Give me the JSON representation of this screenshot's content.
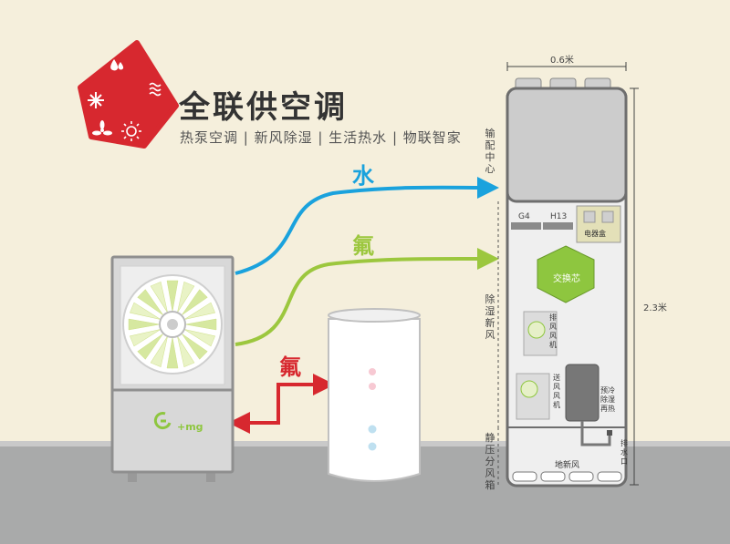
{
  "brand": {
    "title": "全联供空调",
    "subtitle": "热泵空调 | 新风除湿 | 生活热水 | 物联智家"
  },
  "flows": {
    "water": "水",
    "fluorine_upper": "氟",
    "fluorine_lower": "氟"
  },
  "outdoor_unit": {
    "logo_text": "+mg"
  },
  "tower": {
    "width_label": "0.6米",
    "height_label": "2.3米",
    "zones": {
      "distribution": "输配中心",
      "fresh_air": "除湿新风",
      "static_box": "静压分风箱"
    },
    "filters": {
      "g4": "G4",
      "h13": "H13"
    },
    "electric_box": "电器盒",
    "exchange_core": "交换芯",
    "exhaust_fan": "排风风机",
    "supply_fan": "送风风机",
    "precool_reheat": "预冷除湿再热",
    "floor_vent": "地新风",
    "drain": "排水口"
  },
  "colors": {
    "logo_red": "#d7282f",
    "water_blue": "#1aa2dd",
    "fluorine_green": "#9cc73e",
    "fluorine_red": "#d7282f",
    "core_green": "#8ec63f"
  }
}
